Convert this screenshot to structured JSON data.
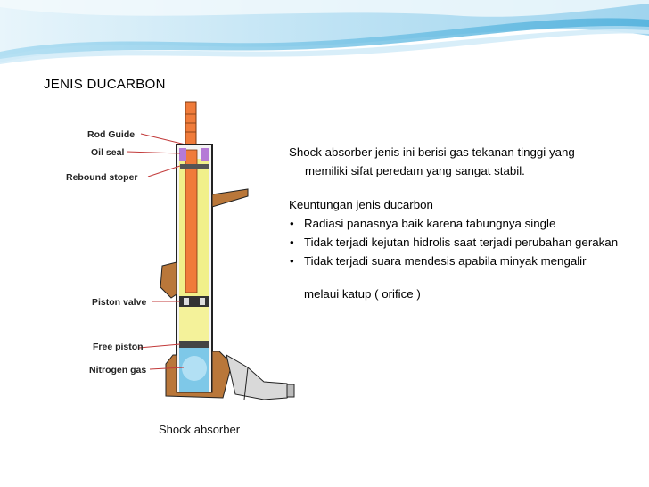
{
  "slide": {
    "title": "JENIS DUCARBON"
  },
  "figure": {
    "labels": {
      "rod_guide": "Rod Guide",
      "oil_seal": "Oil seal",
      "rebound_stoper": "Rebound stoper",
      "piston_valve": "Piston valve",
      "free_piston": "Free piston",
      "nitrogen_gas": "Nitrogen gas"
    },
    "caption": "Shock absorber"
  },
  "content": {
    "intro_line1": "Shock absorber jenis ini berisi gas tekanan tinggi yang",
    "intro_line2": "memiliki sifat peredam yang sangat stabil.",
    "advantages_heading": "Keuntungan jenis ducarbon",
    "bullets": [
      "Radiasi panasnya baik karena tabungnya single",
      "Tidak terjadi kejutan hidrolis saat terjadi perubahan gerakan",
      "Tidak terjadi suara mendesis apabila minyak mengalir"
    ],
    "bullet3_continuation": "melaui katup ( orifice )"
  },
  "colors": {
    "wave_light": "#cfe9f7",
    "wave_mid": "#8fcdeb",
    "wave_dark": "#3fa6d6",
    "rod": "#f07b3a",
    "oil": "#f1f08a",
    "gas": "#7ec8e8",
    "bracket": "#b9773a"
  }
}
